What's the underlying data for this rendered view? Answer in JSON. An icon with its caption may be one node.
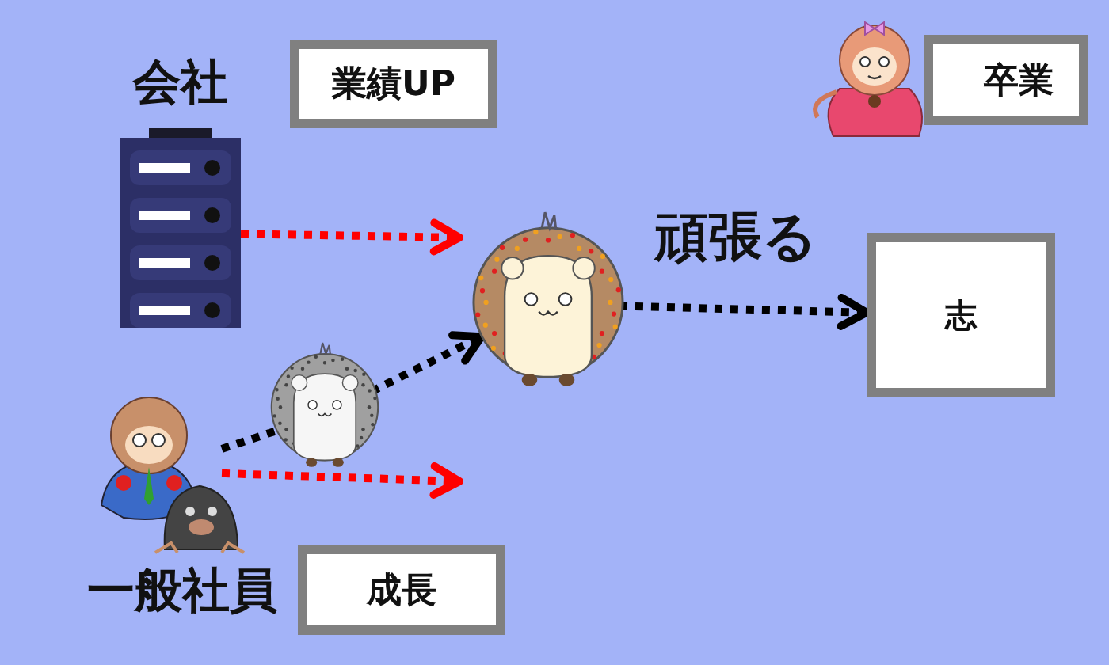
{
  "diagram": {
    "nodes": [
      {
        "text": [
          "業績UP"
        ]
      },
      {
        "text": [
          "卒業"
        ]
      },
      {
        "text": [
          "会社"
        ]
      },
      {
        "text": [],
        "shape": "picture"
      },
      {
        "text": [
          "志"
        ]
      },
      {
        "text": [],
        "shape": "picture"
      },
      {
        "text": [
          "一般社員"
        ]
      },
      {
        "text": [
          "成長"
        ]
      }
    ],
    "edges": [
      {
        "from": 2,
        "to": null,
        "arrow": "to",
        "style": "dashed",
        "color": "#ff0000"
      },
      {
        "from": 6,
        "to": 5,
        "arrow": "none",
        "style": "dashed"
      },
      {
        "from": 5,
        "to": 3,
        "arrow": "to",
        "style": "dashed"
      },
      {
        "from": 3,
        "to": 4,
        "arrow": "to",
        "style": "dashed",
        "label": "頑張る"
      },
      {
        "from": 6,
        "to": null,
        "arrow": "to",
        "style": "dashed",
        "color": "#ff0000"
      }
    ]
  }
}
